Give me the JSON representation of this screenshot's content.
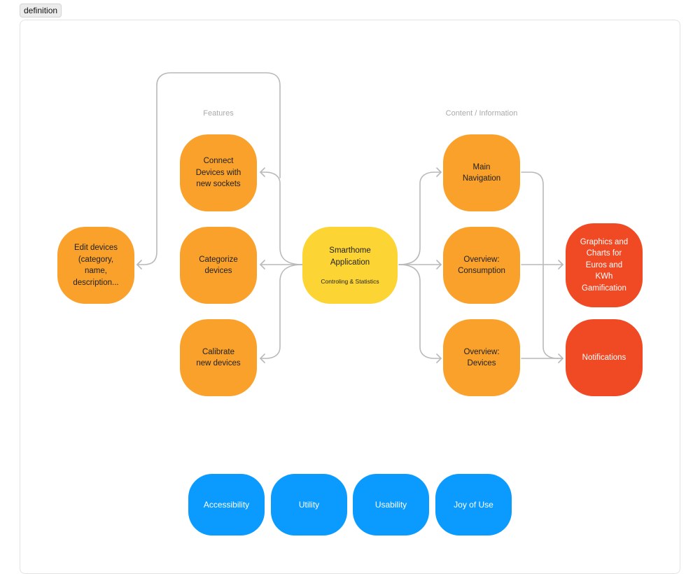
{
  "tag_label": "definition",
  "section_labels": {
    "features": "Features",
    "content": "Content / Information"
  },
  "nodes": {
    "edit_devices": "Edit devices\n(category,\nname,\ndescription...",
    "connect_devices": "Connect\nDevices with\nnew sockets",
    "categorize_devices": "Categorize\ndevices",
    "calibrate_devices": "Calibrate\nnew devices",
    "smarthome": {
      "title": "Smarthome\nApplication",
      "subtitle": "Controling & Statistics"
    },
    "main_navigation": "Main\nNavigation",
    "overview_consumption": "Overview:\nConsumption",
    "overview_devices": "Overview:\nDevices",
    "graphics_charts": "Graphics and\nCharts for\nEuros and\nKWh\nGamification",
    "notifications": "Notifications"
  },
  "principles": [
    "Accessibility",
    "Utility",
    "Usability",
    "Joy of Use"
  ],
  "colors": {
    "orange": "#f9a12b",
    "yellow": "#fcd535",
    "red": "#f04a24",
    "blue": "#0b9bff",
    "connector": "#b9b9b9"
  }
}
